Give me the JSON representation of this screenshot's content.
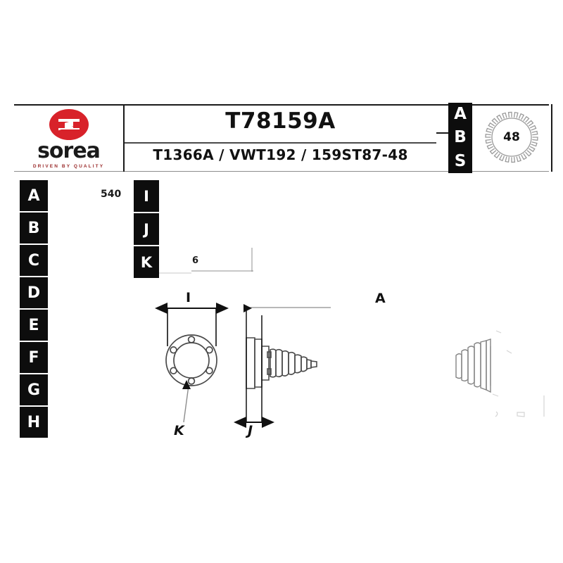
{
  "sheet": {
    "title": "T78159A",
    "subtitle": "T1366A / VWT192 / 159ST87-48"
  },
  "brand": {
    "name": "sorea",
    "tagline": "DRIVEN BY QUALITY",
    "logo_icon": "sorea-s-oval-icon",
    "oval_color": "#d8222a",
    "tagline_color": "#9a2b2b"
  },
  "abs": {
    "letters": [
      "A",
      "B",
      "S"
    ],
    "tooth_count": "48",
    "ring_icon": "abs-tone-ring-icon"
  },
  "dimension_columns": {
    "primary": [
      "A",
      "B",
      "C",
      "D",
      "E",
      "F",
      "G",
      "H"
    ],
    "secondary": [
      "I",
      "J",
      "K"
    ]
  },
  "notes": {
    "length_note": "540",
    "small_note": "6"
  },
  "drawing_labels": {
    "flange_width": "I",
    "flange_thickness": "J",
    "bolt_hole": "K",
    "shaft_overall": "A"
  },
  "drawing": {
    "flange_front_icon": "flange-6-bolt-hole-icon",
    "boot_side_icon": "cv-boot-bellows-icon",
    "right_boot_icon": "cv-boot-faded-icon",
    "bolt_hole_count": 6,
    "line_color": "#3a3a3a"
  }
}
